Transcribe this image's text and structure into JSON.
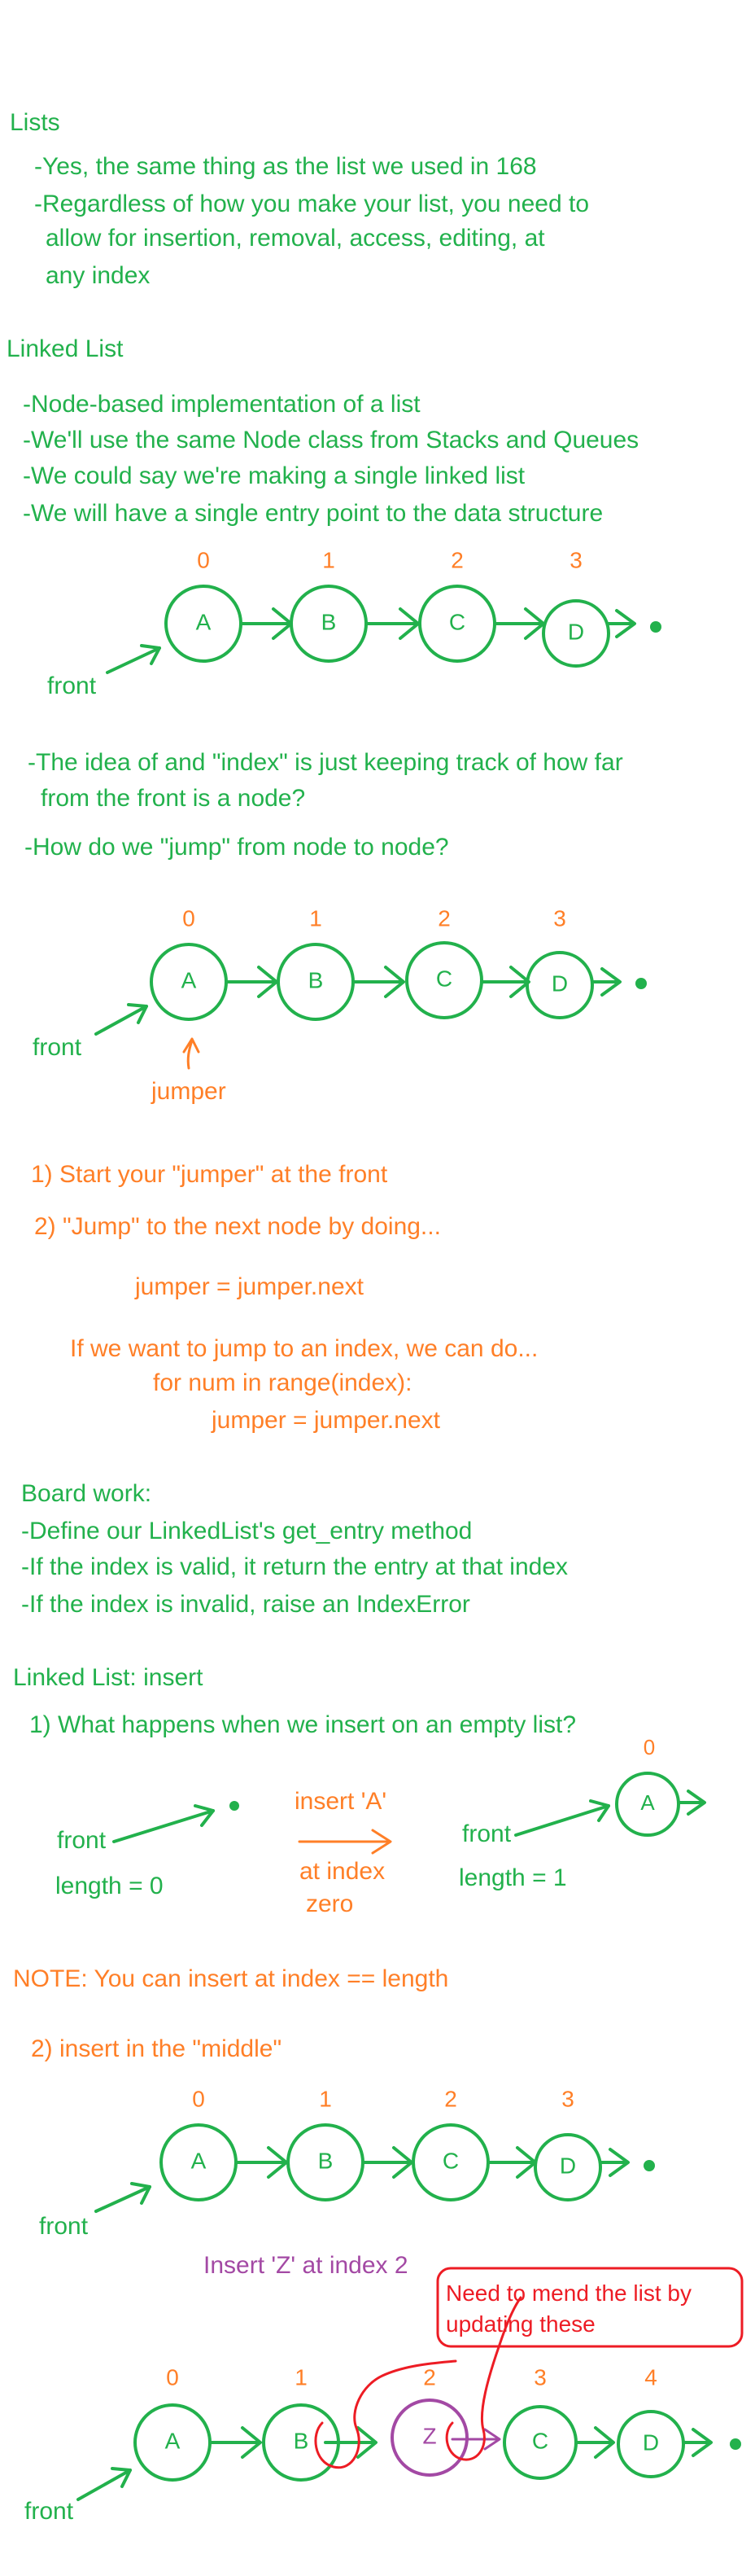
{
  "sections": {
    "lists": {
      "heading": "Lists",
      "line1": "-Yes, the same thing as the list we used in 168",
      "line2": "-Regardless of how you make your list, you need to",
      "line3": "allow for insertion, removal, access, editing, at",
      "line4": "any index"
    },
    "linked_list": {
      "heading": "Linked List",
      "bullet1": "-Node-based implementation of a list",
      "bullet2": "-We'll use the same Node class from Stacks and Queues",
      "bullet3": "-We could say we're making a single linked list",
      "bullet4": "-We will have a single entry point to the data structure"
    },
    "index_note": {
      "line1": "-The idea of and \"index\" is just keeping track of how far",
      "line2": "from the front is a node?",
      "line3": "-How do we \"jump\" from node to node?"
    },
    "steps": {
      "step1": "1) Start your \"jumper\" at the front",
      "step2": "2) \"Jump\" to the next node by doing...",
      "code1": "jumper = jumper.next",
      "intro": "If we want to jump to an index, we can do...",
      "code2": "for num in range(index):",
      "code3": "jumper = jumper.next"
    },
    "board_work": {
      "heading": "Board work:",
      "line1": "-Define our LinkedList's get_entry method",
      "line2": "-If the index is valid, it return the entry at that index",
      "line3": "-If the index is invalid, raise an IndexError"
    },
    "insert": {
      "heading": "Linked List: insert",
      "question": "1) What happens when we insert on an empty list?",
      "insert_label": "insert 'A'",
      "at_index": "at index",
      "zero": "zero",
      "length0": "length = 0",
      "length1": "length = 1",
      "note": "NOTE: You can insert at index == length",
      "middle": "2) insert in the \"middle\"",
      "insert_z": "Insert 'Z' at index 2",
      "callout_line1": "Need to mend the list by",
      "callout_line2": "updating these"
    }
  },
  "diagrams": {
    "front_label": "front",
    "jumper_label": "jumper",
    "list1": {
      "indices": [
        "0",
        "1",
        "2",
        "3"
      ],
      "nodes": [
        "A",
        "B",
        "C",
        "D"
      ]
    },
    "list2": {
      "indices": [
        "0",
        "1",
        "2",
        "3"
      ],
      "nodes": [
        "A",
        "B",
        "C",
        "D"
      ]
    },
    "empty": {
      "index": "0",
      "node": "A"
    },
    "list3": {
      "indices": [
        "0",
        "1",
        "2",
        "3"
      ],
      "nodes": [
        "A",
        "B",
        "C",
        "D"
      ]
    },
    "list4": {
      "indices": [
        "0",
        "1",
        "2",
        "3",
        "4"
      ],
      "nodes": [
        "A",
        "B",
        "Z",
        "C",
        "D"
      ]
    }
  },
  "colors": {
    "green": "#22b14c",
    "orange": "#ff7f27",
    "purple": "#a349a4",
    "red": "#ed1c24"
  }
}
